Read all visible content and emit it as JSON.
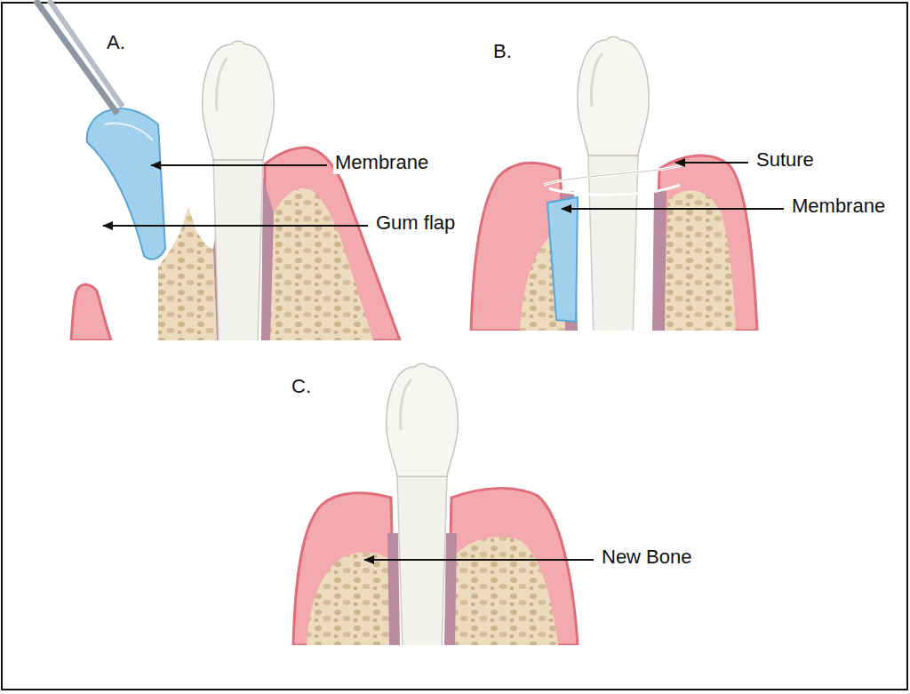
{
  "diagram": {
    "labels": [
      "A.",
      "Membrane",
      "Gum flap",
      "B.",
      "Suture",
      "Membrane",
      "C.",
      "New Bone"
    ]
  }
}
